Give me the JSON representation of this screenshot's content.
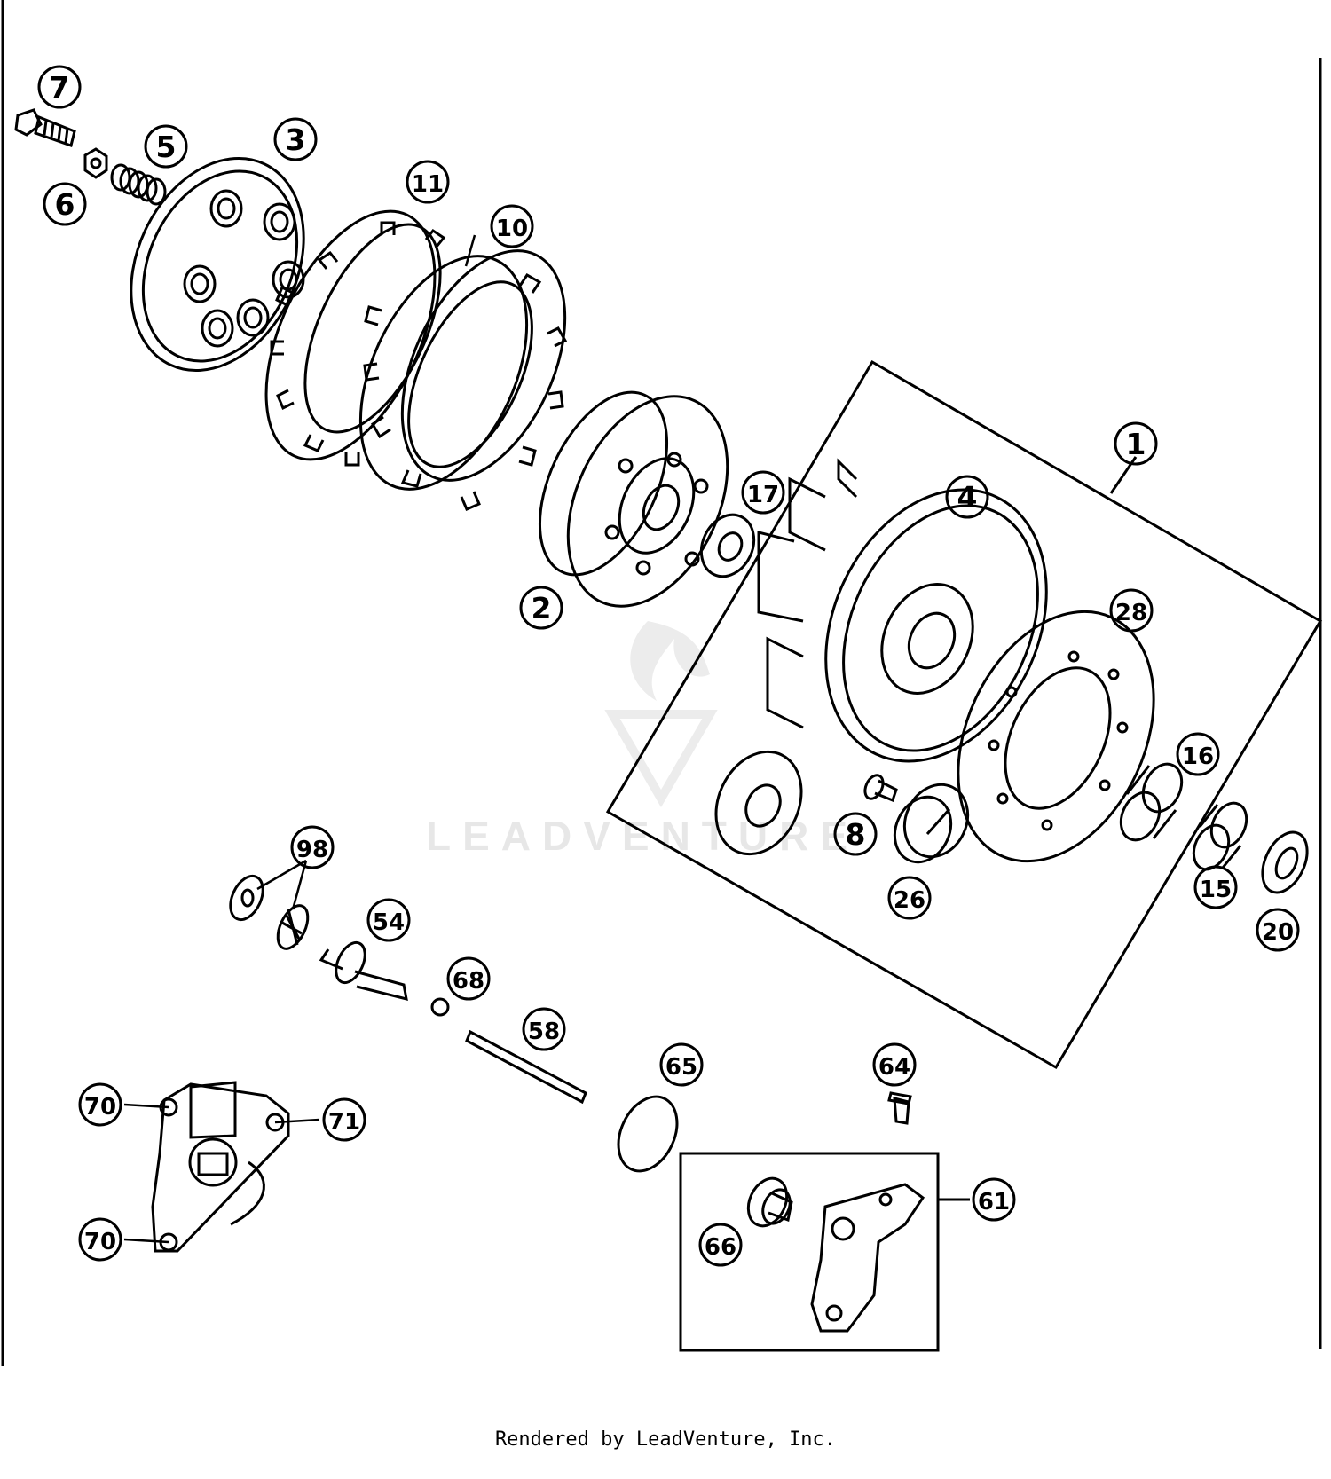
{
  "watermark": {
    "text": "LEADVENTURE"
  },
  "footer": {
    "rendered_by": "Rendered by LeadVenture, Inc."
  },
  "callouts": {
    "c1": "1",
    "c2": "2",
    "c3": "3",
    "c4": "4",
    "c5": "5",
    "c6": "6",
    "c7": "7",
    "c8": "8",
    "c10": "10",
    "c11": "11",
    "c15": "15",
    "c16": "16",
    "c17": "17",
    "c20": "20",
    "c26": "26",
    "c28": "28",
    "c54": "54",
    "c58": "58",
    "c61": "61",
    "c64": "64",
    "c65": "65",
    "c66": "66",
    "c68": "68",
    "c70a": "70",
    "c70b": "70",
    "c71": "71",
    "c98": "98"
  },
  "colors": {
    "line": "#000000",
    "background": "#ffffff",
    "watermark": "#e7e7e7"
  }
}
